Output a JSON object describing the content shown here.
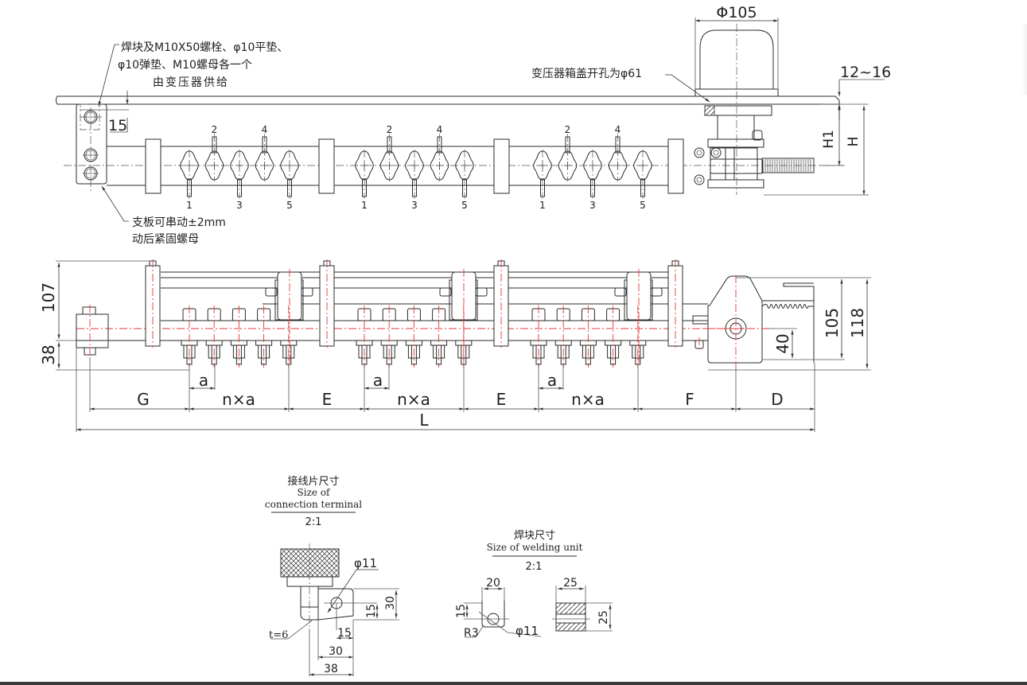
{
  "top_view": {
    "note_supply": {
      "line1": "焊块及M10X50螺栓、φ10平垫、",
      "line2": "φ10弹垫、M10螺母各一个",
      "line3": "由变压器供给"
    },
    "note_plate": {
      "line1": "支板可串动±2mm",
      "line2": "动后紧固螺母"
    },
    "note_cover_hole": "变压器箱盖开孔为φ61",
    "dim_diameter": "Φ105",
    "dim_cover_thickness": "12~16",
    "dim_15": "15",
    "dim_H1": "H1",
    "dim_H": "H",
    "terminal_numbers_top": [
      "2",
      "4"
    ],
    "terminal_numbers_bottom": [
      "1",
      "3",
      "5"
    ]
  },
  "front_view": {
    "dim_107": "107",
    "dim_38": "38",
    "dim_105": "105",
    "dim_118": "118",
    "dim_40": "40",
    "pitch_label": "a",
    "span_label": "n×a",
    "dim_G": "G",
    "dim_E": "E",
    "dim_F": "F",
    "dim_D": "D",
    "dim_L": "L"
  },
  "terminal_detail": {
    "title_cn": "接线片尺寸",
    "title_en_1": "Size of",
    "title_en_2": "connection terminal",
    "scale": "2:1",
    "dia": "φ11",
    "thickness": "t=6",
    "dim_30_v": "30",
    "dim_15_v": "15",
    "dim_15_h": "15",
    "dim_30_h": "30",
    "dim_38_h": "38"
  },
  "welding_detail": {
    "title_cn": "焊块尺寸",
    "title_en": "Size of welding unit",
    "scale": "2:1",
    "dim_20": "20",
    "dim_15": "15",
    "radius": "R3",
    "dia": "φ11",
    "dim_25_h": "25",
    "dim_25_v": "25"
  },
  "colors": {
    "line": "#2b2b2b",
    "centerline_red": "#e53935",
    "background": "#ffffff"
  }
}
